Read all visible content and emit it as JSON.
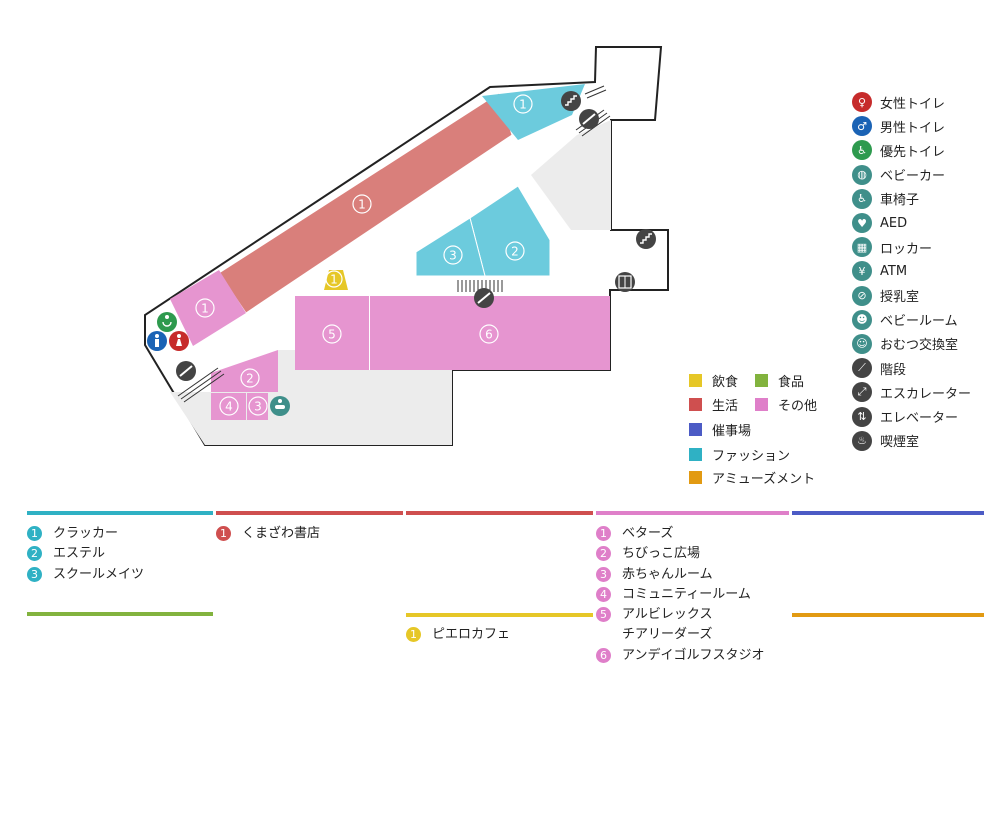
{
  "colors": {
    "food_court": "#e6c727",
    "food": "#82b33e",
    "lifestyle": "#cf4f4f",
    "other": "#df7fc9",
    "events": "#4c5bc5",
    "fashion": "#2fb1c4",
    "amusement": "#e29a12",
    "store_red": "#d97f7b",
    "store_pink": "#e695d0",
    "store_cyan": "#6ccbdd",
    "corridor": "#ececec",
    "icon_gray": "#444444"
  },
  "map": {
    "stores": [
      {
        "num": "1",
        "category": "lifestyle"
      },
      {
        "num": "1",
        "category": "fashion"
      },
      {
        "num": "2",
        "category": "fashion"
      },
      {
        "num": "3",
        "category": "fashion"
      },
      {
        "num": "1",
        "category": "other"
      },
      {
        "num": "2",
        "category": "other"
      },
      {
        "num": "3",
        "category": "other"
      },
      {
        "num": "4",
        "category": "other"
      },
      {
        "num": "5",
        "category": "other"
      },
      {
        "num": "6",
        "category": "other"
      },
      {
        "num": "1",
        "category": "food_court"
      }
    ]
  },
  "icon_legend": [
    {
      "icon": "womens-restroom-icon",
      "glyph": "♀",
      "color": "#c62b2b",
      "label": "女性トイレ"
    },
    {
      "icon": "mens-restroom-icon",
      "glyph": "♂",
      "color": "#1b63b5",
      "label": "男性トイレ"
    },
    {
      "icon": "accessible-restroom-icon",
      "glyph": "♿",
      "color": "#2e9a4e",
      "label": "優先トイレ"
    },
    {
      "icon": "stroller-icon",
      "glyph": "◍",
      "color": "#3f8f8a",
      "label": "ベビーカー"
    },
    {
      "icon": "wheelchair-icon",
      "glyph": "♿",
      "color": "#3f8f8a",
      "label": "車椅子"
    },
    {
      "icon": "aed-icon",
      "glyph": "♥",
      "color": "#3f8f8a",
      "label": "AED"
    },
    {
      "icon": "locker-icon",
      "glyph": "▦",
      "color": "#3f8f8a",
      "label": "ロッカー"
    },
    {
      "icon": "atm-icon",
      "glyph": "¥",
      "color": "#3f8f8a",
      "label": "ATM"
    },
    {
      "icon": "nursing-room-icon",
      "glyph": "⊘",
      "color": "#3f8f8a",
      "label": "授乳室"
    },
    {
      "icon": "baby-room-icon",
      "glyph": "☻",
      "color": "#3f8f8a",
      "label": "ベビールーム"
    },
    {
      "icon": "diaper-change-icon",
      "glyph": "☺",
      "color": "#3f8f8a",
      "label": "おむつ交換室"
    },
    {
      "icon": "stairs-icon",
      "glyph": "⟋",
      "color": "#444444",
      "label": "階段"
    },
    {
      "icon": "escalator-icon",
      "glyph": "⤢",
      "color": "#444444",
      "label": "エスカレーター"
    },
    {
      "icon": "elevator-icon",
      "glyph": "⇅",
      "color": "#444444",
      "label": "エレベーター"
    },
    {
      "icon": "smoking-room-icon",
      "glyph": "♨",
      "color": "#444444",
      "label": "喫煙室"
    }
  ],
  "category_legend": [
    {
      "key": "food_court",
      "label": "飲食"
    },
    {
      "key": "food",
      "label": "食品"
    },
    {
      "key": "lifestyle",
      "label": "生活"
    },
    {
      "key": "other",
      "label": "その他"
    },
    {
      "key": "events",
      "label": "催事場"
    },
    {
      "key": "fashion",
      "label": "ファッション"
    },
    {
      "key": "amusement",
      "label": "アミューズメント"
    }
  ],
  "directory": [
    {
      "category": "fashion",
      "stores": [
        {
          "num": "1",
          "name": "クラッカー"
        },
        {
          "num": "2",
          "name": "エステル"
        },
        {
          "num": "3",
          "name": "スクールメイツ"
        }
      ]
    },
    {
      "category": "lifestyle",
      "stores": [
        {
          "num": "1",
          "name": "くまざわ書店"
        }
      ]
    },
    {
      "category": "lifestyle",
      "stores": []
    },
    {
      "category": "other",
      "stores": [
        {
          "num": "1",
          "name": "ベターズ"
        },
        {
          "num": "2",
          "name": "ちびっこ広場"
        },
        {
          "num": "3",
          "name": "赤ちゃんルーム"
        },
        {
          "num": "4",
          "name": "コミュニティールーム"
        },
        {
          "num": "5",
          "name": "アルビレックス"
        },
        {
          "num": "",
          "name": "チアリーダーズ"
        },
        {
          "num": "6",
          "name": "アンデイゴルフスタジオ"
        }
      ]
    },
    {
      "category": "events",
      "stores": []
    },
    {
      "category": "food",
      "stores": []
    },
    {
      "category": "food_court",
      "stores": [
        {
          "num": "1",
          "name": "ピエロカフェ"
        }
      ]
    },
    {
      "category": "amusement",
      "stores": []
    }
  ]
}
